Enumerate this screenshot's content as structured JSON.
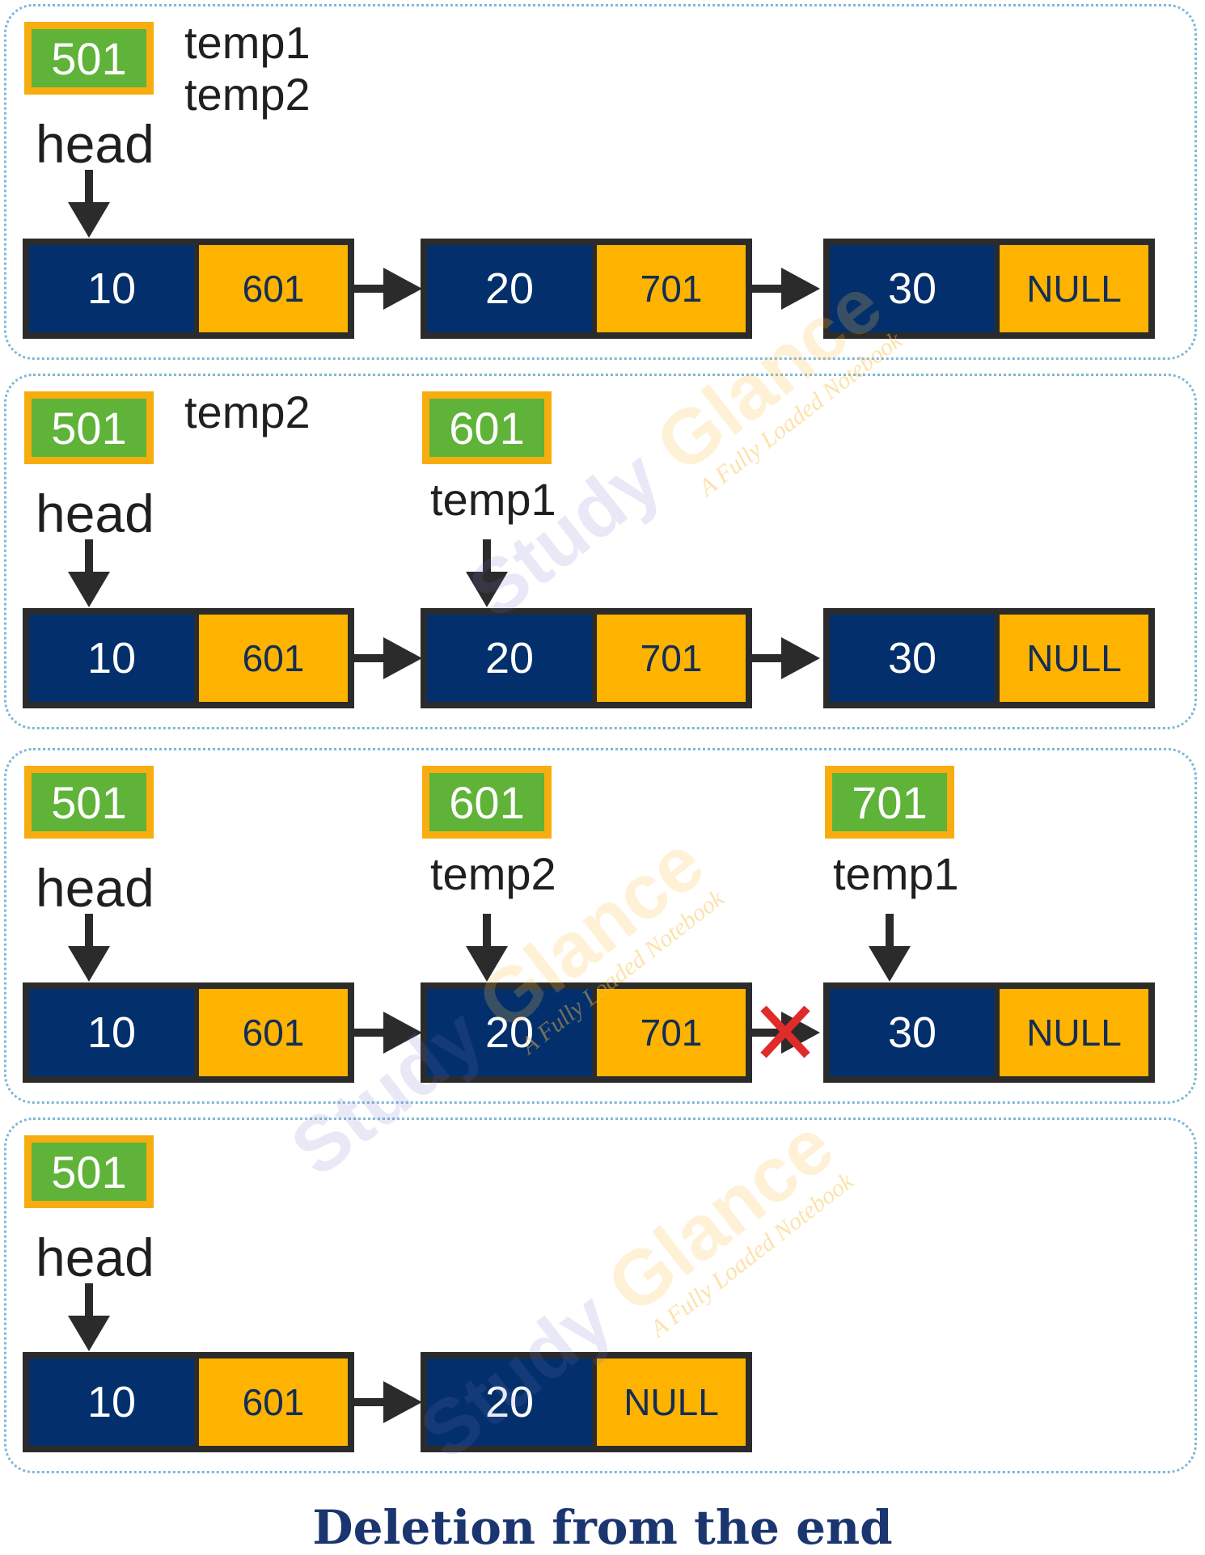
{
  "caption": "Deletion from the end",
  "watermark": {
    "brand_a": "Study",
    "brand_b": "Glance",
    "tagline": "A Fully Loaded Notebook"
  },
  "colors": {
    "node_data": "#03306c",
    "node_next": "#fdb300",
    "pointer_fill": "#5fb338",
    "pointer_border": "#f7ad0f",
    "cross": "#e02b2b",
    "panel_border": "#7fb7d6",
    "caption": "#1b3570"
  },
  "panels": [
    {
      "pointers": [
        {
          "value": "501",
          "labels": [
            "head"
          ],
          "side_labels": [
            "temp1",
            "temp2"
          ]
        }
      ],
      "nodes": [
        {
          "data": "10",
          "next": "601"
        },
        {
          "data": "20",
          "next": "701"
        },
        {
          "data": "30",
          "next": "NULL"
        }
      ],
      "broken_link": null
    },
    {
      "pointers": [
        {
          "value": "501",
          "labels": [
            "head"
          ],
          "side_labels": [
            "temp2"
          ]
        },
        {
          "value": "601",
          "labels": [
            "temp1"
          ],
          "side_labels": []
        }
      ],
      "nodes": [
        {
          "data": "10",
          "next": "601"
        },
        {
          "data": "20",
          "next": "701"
        },
        {
          "data": "30",
          "next": "NULL"
        }
      ],
      "broken_link": null
    },
    {
      "pointers": [
        {
          "value": "501",
          "labels": [
            "head"
          ],
          "side_labels": []
        },
        {
          "value": "601",
          "labels": [
            "temp2"
          ],
          "side_labels": []
        },
        {
          "value": "701",
          "labels": [
            "temp1"
          ],
          "side_labels": []
        }
      ],
      "nodes": [
        {
          "data": "10",
          "next": "601"
        },
        {
          "data": "20",
          "next": "701"
        },
        {
          "data": "30",
          "next": "NULL"
        }
      ],
      "broken_link": 1
    },
    {
      "pointers": [
        {
          "value": "501",
          "labels": [
            "head"
          ],
          "side_labels": []
        }
      ],
      "nodes": [
        {
          "data": "10",
          "next": "601"
        },
        {
          "data": "20",
          "next": "NULL"
        }
      ],
      "broken_link": null
    }
  ]
}
